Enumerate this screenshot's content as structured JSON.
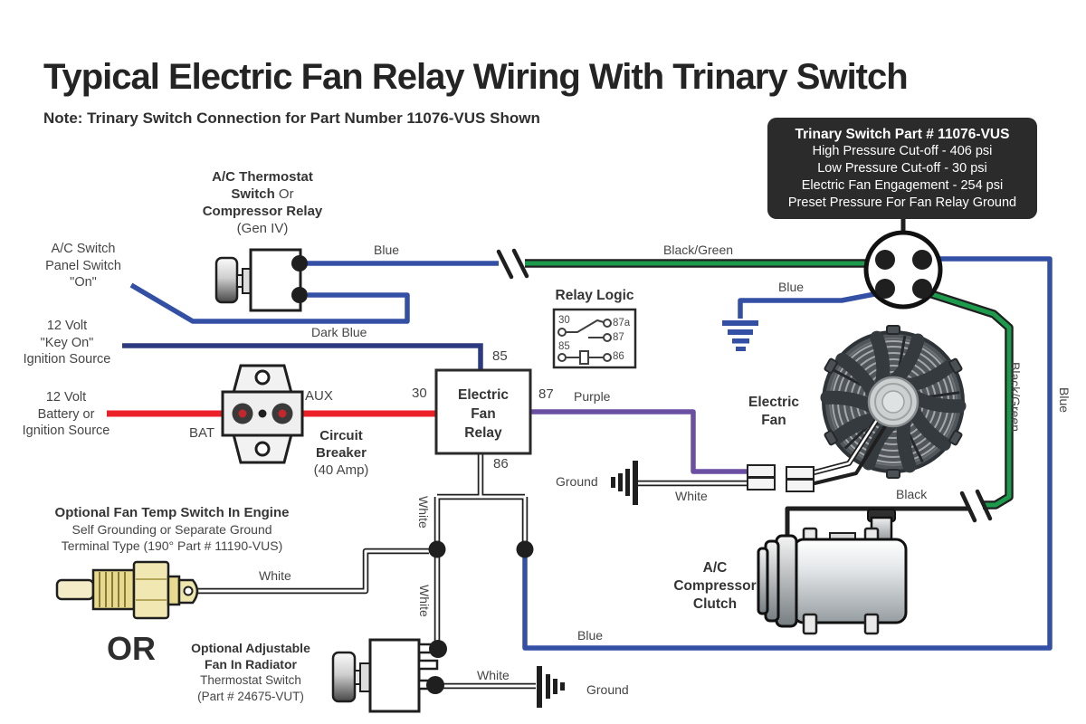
{
  "title": "Typical Electric Fan Relay Wiring With Trinary Switch",
  "note": "Note:  Trinary Switch Connection for Part Number 11076-VUS Shown",
  "trinary_box": {
    "title": "Trinary Switch  Part # 11076-VUS",
    "line1": "High Pressure Cut-off - 406 psi",
    "line2": "Low Pressure Cut-off - 30 psi",
    "line3": "Electric Fan Engagement - 254 psi",
    "line4": "Preset Pressure For Fan Relay Ground"
  },
  "components": {
    "ac_thermostat": {
      "line1": "A/C Thermostat",
      "line2_bold": "Switch",
      "line2_rest": " Or",
      "line3": "Compressor Relay",
      "line4": "(Gen IV)"
    },
    "ac_panel_switch": [
      "A/C Switch",
      "Panel Switch",
      "\"On\""
    ],
    "key_on_source": [
      "12 Volt",
      "\"Key On\"",
      "Ignition Source"
    ],
    "battery_source": [
      "12 Volt",
      "Battery or",
      "Ignition Source"
    ],
    "circuit_breaker": {
      "name1": "Circuit",
      "name2": "Breaker",
      "rating": "(40 Amp)",
      "bat": "BAT",
      "aux": "AUX"
    },
    "fan_relay": {
      "line1": "Electric",
      "line2": "Fan",
      "line3": "Relay",
      "t30": "30",
      "t85": "85",
      "t86": "86",
      "t87": "87"
    },
    "relay_logic": {
      "title": "Relay Logic",
      "t30": "30",
      "t87a": "87a",
      "t87": "87",
      "t85": "85",
      "t86": "86"
    },
    "electric_fan": {
      "line1": "Electric",
      "line2": "Fan"
    },
    "compressor": {
      "line1": "A/C",
      "line2": "Compressor",
      "line3": "Clutch"
    },
    "temp_switch": {
      "line1": "Optional Fan Temp Switch In Engine",
      "line2": "Self Grounding or Separate Ground",
      "line3": "Terminal Type (190° Part # 11190-VUS)"
    },
    "or_text": "OR",
    "adj_fan": {
      "line1": "Optional Adjustable",
      "line2": "Fan In Radiator",
      "line3": "Thermostat Switch",
      "line4": "(Part # 24675-VUT)"
    }
  },
  "wire_labels": {
    "blue": "Blue",
    "dark_blue": "Dark Blue",
    "black_green": "Black/Green",
    "purple": "Purple",
    "white": "White",
    "black": "Black",
    "ground": "Ground"
  },
  "colors": {
    "blue_wire": "#3350a5",
    "dark_blue_wire": "#2e3a80",
    "red_wire": "#ec2028",
    "purple_wire": "#6b4fa3",
    "green_wire": "#1d9b4d",
    "black_wire": "#1f1f1f",
    "info_box_bg": "#2b2b2b"
  }
}
